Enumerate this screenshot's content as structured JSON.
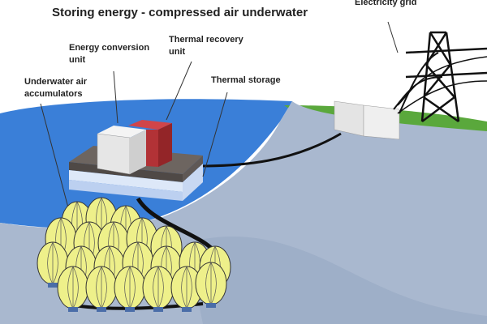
{
  "title": "Storing energy - compressed air underwater",
  "labels": {
    "electricity_grid": "Electricity grid",
    "energy_conversion_unit": "Energy conversion\nunit",
    "thermal_recovery_unit": "Thermal recovery\nunit",
    "thermal_storage": "Thermal storage",
    "underwater_air_accumulators": "Underwater air\naccumulators"
  },
  "colors": {
    "water": "#3a7fd8",
    "land": "#5aa83c",
    "seabed": "#a9b8cf",
    "accumulator": "#eef08a",
    "recovery": "#c0393b"
  }
}
